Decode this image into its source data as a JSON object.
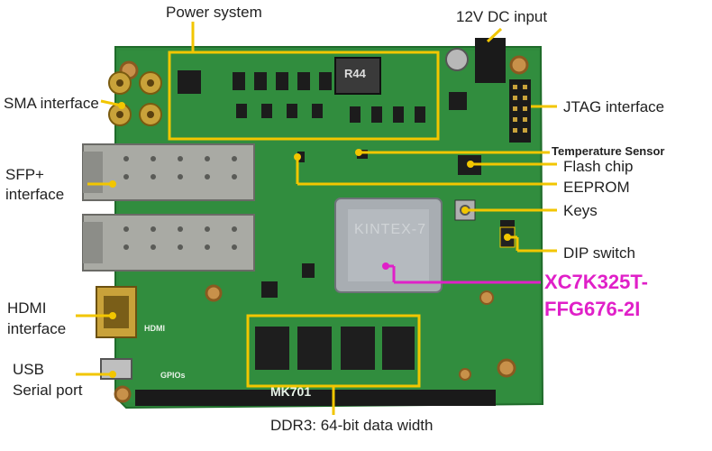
{
  "labels": {
    "power_system": "Power system",
    "dc_input": "12V DC input",
    "sma": "SMA interface",
    "jtag": "JTAG interface",
    "temp_sensor": "Temperature Sensor",
    "flash": "Flash chip",
    "sfp_line1": "SFP+",
    "sfp_line2": "interface",
    "eeprom": "EEPROM",
    "keys": "Keys",
    "dip": "DIP switch",
    "fpga_line1": "XC7K325T-",
    "fpga_line2": "FFG676-2I",
    "hdmi_line1": "HDMI",
    "hdmi_line2": "interface",
    "usb_line1": "USB",
    "usb_line2": "Serial port",
    "ddr3": "DDR3: 64-bit data width"
  },
  "board": {
    "model": "MK701",
    "fpga_marking": "KINTEX-7",
    "regulator_marking": "R44",
    "gpio_marking": "GPIOs",
    "hdmi_marking": "HDMI"
  },
  "colors": {
    "pcb": "#2f8a3c",
    "highlight": "#f2c600",
    "accent_text": "#e020c8"
  }
}
